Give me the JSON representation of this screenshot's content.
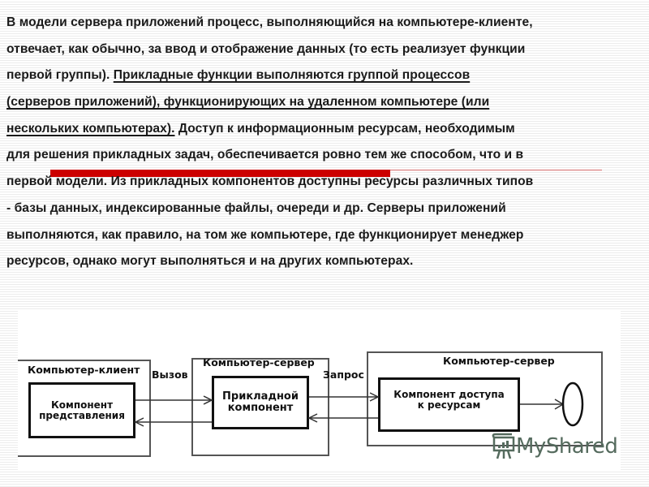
{
  "text": {
    "lines": [
      [
        {
          "t": "В модели сервера приложений процесс, выполняющийся на компьютере-клиенте,",
          "u": false
        }
      ],
      [
        {
          "t": "отвечает, как обычно, за ввод и отображение данных (то есть реализует функции",
          "u": false
        }
      ],
      [
        {
          "t": "первой группы). ",
          "u": false
        },
        {
          "t": "Прикладные функции выполняются группой процессов",
          "u": true
        }
      ],
      [
        {
          "t": "(серверов приложений), функционирующих на удаленном компьютере (или",
          "u": true
        }
      ],
      [
        {
          "t": "нескольких компьютерах).",
          "u": true
        },
        {
          "t": " Доступ к информационным ресурсам, необходимым",
          "u": false
        }
      ],
      [
        {
          "t": "для решения прикладных задач, обеспечивается ровно тем же способом, что и в",
          "u": false
        }
      ],
      [
        {
          "t": "первой модели. Из прикладных компонентов доступны ресурсы различных типов",
          "u": false
        }
      ],
      [
        {
          "t": "- базы данных, индексированные файлы, очереди и др. Серверы приложений",
          "u": false
        }
      ],
      [
        {
          "t": "выполняются, как правило, на том же компьютере, где функционирует менеджер",
          "u": false
        }
      ],
      [
        {
          "t": "ресурсов, однако могут выполняться и на других компьютерах.",
          "u": false
        }
      ]
    ]
  },
  "diagram": {
    "client": {
      "title": "Компьютер-клиент",
      "component": "Компонент\nпредставления"
    },
    "app_server": {
      "title": "Компьютер-сервер",
      "component": "Прикладной\nкомпонент"
    },
    "resource_server": {
      "title": "Компьютер-сервер",
      "component": "Компонент доступа\nк ресурсам"
    },
    "call_label": "Вызов",
    "request_label": "Запрос"
  },
  "watermark": {
    "text": "MyShared"
  },
  "colors": {
    "accent_red": "#cc0000",
    "watermark": "#556b5e"
  }
}
